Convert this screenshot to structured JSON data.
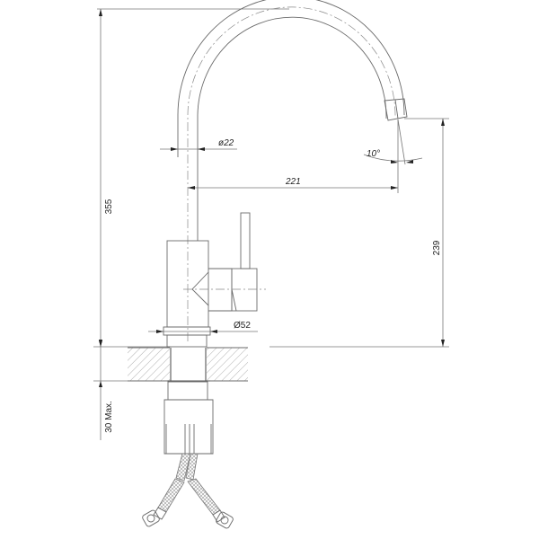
{
  "drawing": {
    "subject": "kitchen faucet technical drawing",
    "line_color": "#6a6a6a",
    "dimensions": {
      "total_height": "355",
      "spout_reach": "221",
      "spout_height": "239",
      "spout_diameter": "ø22",
      "base_diameter": "Ø52",
      "spout_angle": "10°",
      "max_counter_thickness": "30 Max."
    }
  }
}
